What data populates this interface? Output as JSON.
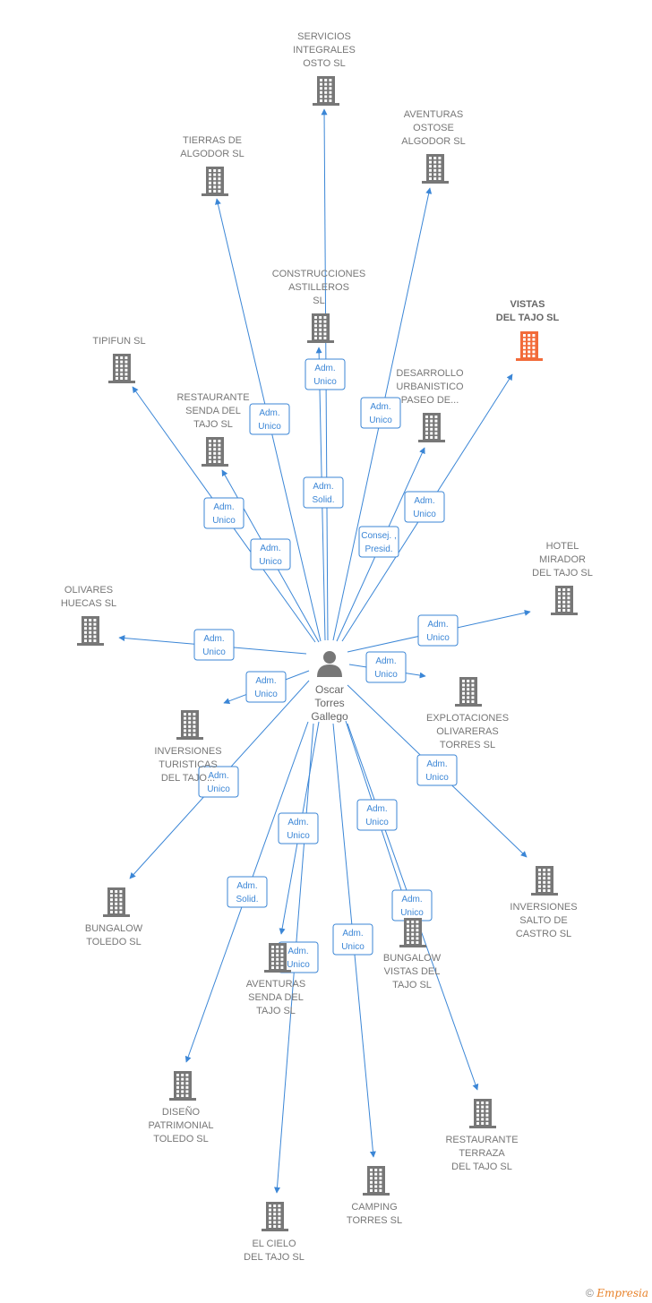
{
  "center": {
    "label": [
      "Oscar",
      "Torres",
      "Gallego"
    ],
    "icon": "person-icon"
  },
  "colors": {
    "edge": "#3b86d6",
    "building": "#777777",
    "highlight": "#f26b3a"
  },
  "nodes": [
    {
      "id": "servicios-integrales-osto",
      "label": [
        "SERVICIOS",
        "INTEGRALES",
        "OSTO  SL"
      ],
      "icon": "building-icon"
    },
    {
      "id": "aventuras-ostose-algodor",
      "label": [
        "AVENTURAS",
        "OSTOSE",
        "ALGODOR  SL"
      ],
      "icon": "building-icon"
    },
    {
      "id": "tierras-de-algodor",
      "label": [
        "TIERRAS DE",
        "ALGODOR  SL"
      ],
      "icon": "building-icon"
    },
    {
      "id": "construcciones-astilleros",
      "label": [
        "CONSTRUCCIONES",
        "ASTILLEROS",
        "SL"
      ],
      "icon": "building-icon"
    },
    {
      "id": "vistas-del-tajo",
      "label": [
        "VISTAS",
        "DEL TAJO  SL"
      ],
      "icon": "building-icon",
      "highlight": true
    },
    {
      "id": "tipifun",
      "label": [
        "TIPIFUN  SL"
      ],
      "icon": "building-icon"
    },
    {
      "id": "desarrollo-urbanistico",
      "label": [
        "DESARROLLO",
        "URBANISTICO",
        "PASEO DE..."
      ],
      "icon": "building-icon"
    },
    {
      "id": "restaurante-senda",
      "label": [
        "RESTAURANTE",
        "SENDA DEL",
        "TAJO  SL"
      ],
      "icon": "building-icon"
    },
    {
      "id": "hotel-mirador",
      "label": [
        "HOTEL",
        "MIRADOR",
        "DEL TAJO  SL"
      ],
      "icon": "building-icon"
    },
    {
      "id": "olivares-huecas",
      "label": [
        "OLIVARES",
        "HUECAS  SL"
      ],
      "icon": "building-icon"
    },
    {
      "id": "explotaciones-olivareras",
      "label": [
        "EXPLOTACIONES",
        "OLIVARERAS",
        "TORRES  SL"
      ],
      "icon": "building-icon"
    },
    {
      "id": "inversiones-turisticas",
      "label": [
        "INVERSIONES",
        "TURISTICAS",
        "DEL TAJO..."
      ],
      "icon": "building-icon"
    },
    {
      "id": "inversiones-salto",
      "label": [
        "INVERSIONES",
        "SALTO DE",
        "CASTRO  SL"
      ],
      "icon": "building-icon"
    },
    {
      "id": "bungalow-toledo",
      "label": [
        "BUNGALOW",
        "TOLEDO  SL"
      ],
      "icon": "building-icon"
    },
    {
      "id": "aventuras-senda",
      "label": [
        "AVENTURAS",
        "SENDA DEL",
        "TAJO  SL"
      ],
      "icon": "building-icon"
    },
    {
      "id": "bungalow-vistas",
      "label": [
        "BUNGALOW",
        "VISTAS DEL",
        "TAJO  SL"
      ],
      "icon": "building-icon"
    },
    {
      "id": "diseno-patrimonial",
      "label": [
        "DISEÑO",
        "PATRIMONIAL",
        "TOLEDO SL"
      ],
      "icon": "building-icon"
    },
    {
      "id": "restaurante-terraza",
      "label": [
        "RESTAURANTE",
        "TERRAZA",
        "DEL TAJO  SL"
      ],
      "icon": "building-icon"
    },
    {
      "id": "camping-torres",
      "label": [
        "CAMPING",
        "TORRES  SL"
      ],
      "icon": "building-icon"
    },
    {
      "id": "el-cielo-del-tajo",
      "label": [
        "EL CIELO",
        "DEL TAJO  SL"
      ],
      "icon": "building-icon"
    }
  ],
  "edges": [
    {
      "target": "servicios-integrales-osto",
      "label": [
        "Adm.",
        "Solid."
      ]
    },
    {
      "target": "aventuras-ostose-algodor",
      "label": [
        "Adm.",
        "Unico"
      ]
    },
    {
      "target": "tierras-de-algodor",
      "label": [
        "Adm.",
        "Unico"
      ]
    },
    {
      "target": "construcciones-astilleros",
      "label": [
        "Adm.",
        "Unico"
      ]
    },
    {
      "target": "vistas-del-tajo",
      "label": [
        "Adm.",
        "Unico"
      ]
    },
    {
      "target": "tipifun",
      "label": [
        "Adm.",
        "Unico"
      ]
    },
    {
      "target": "desarrollo-urbanistico",
      "label": [
        "Consej. ,",
        "Presid."
      ]
    },
    {
      "target": "restaurante-senda",
      "label": [
        "Adm.",
        "Unico"
      ]
    },
    {
      "target": "hotel-mirador",
      "label": [
        "Adm.",
        "Unico"
      ]
    },
    {
      "target": "olivares-huecas",
      "label": [
        "Adm.",
        "Unico"
      ]
    },
    {
      "target": "explotaciones-olivareras",
      "label": [
        "Adm.",
        "Unico"
      ]
    },
    {
      "target": "inversiones-turisticas",
      "label": [
        "Adm.",
        "Unico"
      ]
    },
    {
      "target": "inversiones-salto",
      "label": [
        "Adm.",
        "Unico"
      ]
    },
    {
      "target": "bungalow-toledo",
      "label": [
        "Adm.",
        "Unico"
      ]
    },
    {
      "target": "aventuras-senda",
      "label": [
        "Adm.",
        "Unico"
      ]
    },
    {
      "target": "bungalow-vistas",
      "label": [
        "Adm.",
        "Unico"
      ]
    },
    {
      "target": "diseno-patrimonial",
      "label": [
        "Adm.",
        "Solid."
      ]
    },
    {
      "target": "restaurante-terraza",
      "label": [
        "Adm.",
        "Unico"
      ]
    },
    {
      "target": "camping-torres",
      "label": [
        "Adm.",
        "Unico"
      ]
    },
    {
      "target": "el-cielo-del-tajo",
      "label": [
        "Adm.",
        "Unico"
      ]
    }
  ],
  "footer": {
    "copyright": "©",
    "brand": "Empresia"
  }
}
